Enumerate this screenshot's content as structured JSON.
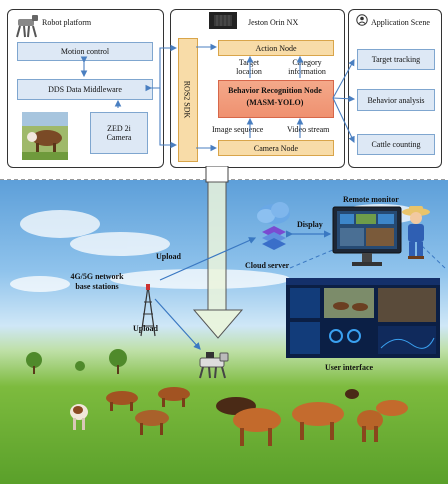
{
  "top": {
    "robot_platform": {
      "title": "Robot platform",
      "motion_control": "Motion control",
      "dds": "DDS Data Middleware",
      "camera": "ZED 2i Camera"
    },
    "jetson": {
      "title": "Jeston Orin NX",
      "ros2": "ROS2 SDK",
      "action_node": "Action Node",
      "target_location": "Target location",
      "category_information": "Category information",
      "behavior_node_line1": "Behavior Recognition Node",
      "behavior_node_line2": "(MASM-YOLO)",
      "image_sequence": "Image sequence",
      "video_stream": "Video stream",
      "camera_node": "Camera Node"
    },
    "application": {
      "title": "Application Scene",
      "items": [
        "Target tracking",
        "Behavior analysis",
        "Cattle counting"
      ]
    }
  },
  "bottom": {
    "remote_monitor": "Remote monitor",
    "display": "Display",
    "cloud_server": "Cloud server",
    "upload_top": "Upload",
    "upload_bottom": "Upload",
    "base_station_line1": "4G/5G network",
    "base_station_line2": "base stations",
    "user_interface": "User interface"
  },
  "colors": {
    "blue_box": "#dde8f5",
    "orange_box": "#f8dca8",
    "accent_blue": "#3a78c2",
    "arrow": "#4a7fc1"
  }
}
